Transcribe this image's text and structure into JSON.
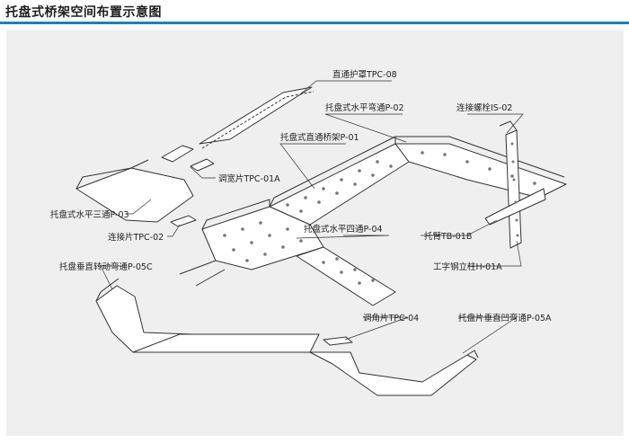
{
  "title": "托盘式桥架空间布置示意图",
  "colors": {
    "accent": "#1c7fc1",
    "panel": "#efefef",
    "line": "#333333"
  },
  "labels": {
    "tpc08": "直通护罩TPC-08",
    "p02": "托盘式水平弯通P-02",
    "is02": "连接螺栓IS-02",
    "p01": "托盘式直通桥架P-01",
    "tpc01a": "调宽片TPC-01A",
    "p03": "托盘式水平三通P-03",
    "tpc02": "连接片TPC-02",
    "p04": "托盘式水平四通P-04",
    "tb01b": "托臂TB-01B",
    "p05c": "托盘垂直转动弯通P-05C",
    "h01a": "工字钢立柱H-01A",
    "tpc04": "调角片TPC-04",
    "p05a": "托盘片垂直凹弯通P-05A"
  }
}
